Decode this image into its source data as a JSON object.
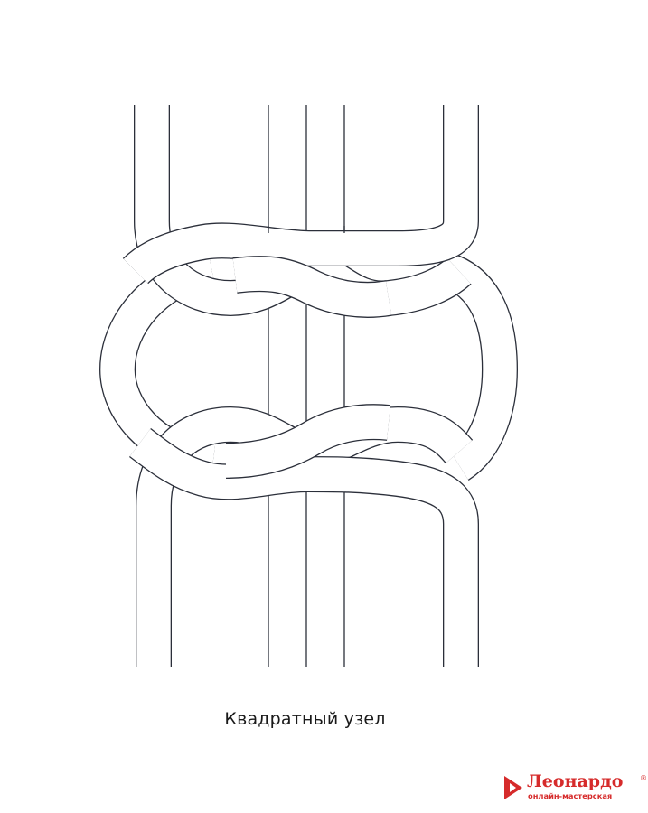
{
  "diagram": {
    "caption": "Квадратный узел"
  },
  "logo": {
    "name": "Леонардо",
    "registered": "®",
    "tagline": "онлайн-мастерская"
  },
  "colors": {
    "line": "#2b2f3a",
    "background": "#ffffff",
    "brand_red": "#d62b2b",
    "caption_text": "#1a1a1a"
  }
}
